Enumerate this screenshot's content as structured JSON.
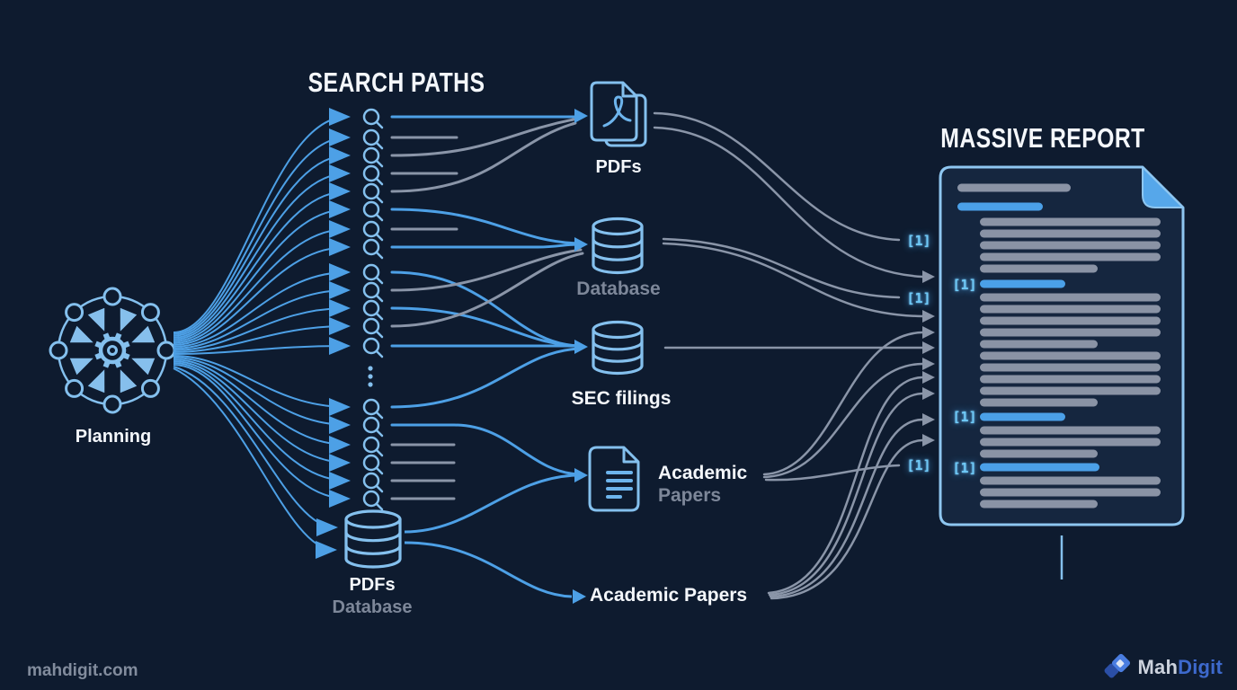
{
  "titles": {
    "search_paths": "SEARCH PATHS",
    "massive_report": "MASSIVE REPORT"
  },
  "planning": {
    "label": "Planning"
  },
  "search_paths": {
    "query_row_count": 19
  },
  "sources": {
    "pdfs": {
      "label": "PDFs"
    },
    "database": {
      "label": "Database"
    },
    "sec_filings": {
      "label": "SEC filings"
    },
    "academic_papers_doc": {
      "label_line1": "Academic",
      "label_line2": "Papers"
    },
    "academic_papers_text": {
      "label": "Academic Papers"
    },
    "pdfs_database": {
      "label_line1": "PDFs",
      "label_line2": "Database"
    }
  },
  "report": {
    "citation_label": "[1]",
    "citation_count": 6
  },
  "footer": {
    "website": "mahdigit.com",
    "logo_text_primary": "Mah",
    "logo_text_secondary": "Digit"
  },
  "colors": {
    "background": "#0e1b2f",
    "flow_blue": "#4da0e6",
    "icon_blue": "#84c0ee",
    "flow_gray": "#8a95a8",
    "bar_gray": "#8a93a5",
    "bar_blue": "#4ba0e8",
    "citation_cyan": "#6ec9f7",
    "doc_fill": "#15263f",
    "fold_blue": "#56a7ea"
  }
}
